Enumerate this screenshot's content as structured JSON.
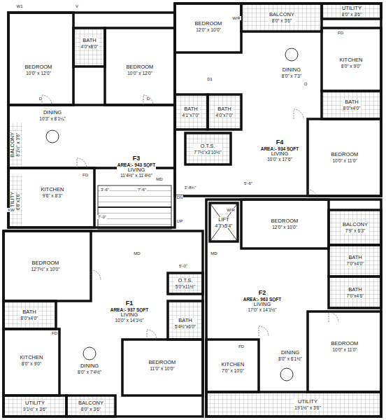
{
  "diagram": {
    "nodes": [
      {
        "text": [
          "BEDROOM",
          "10'0\" x 12'0\""
        ]
      },
      {
        "text": [
          "BATH",
          "4'0\"x8'0\""
        ]
      },
      {
        "text": [
          "BEDROOM",
          "10'0\" x 12'0\""
        ]
      },
      {
        "text": [
          "DINING",
          "10'3\" x 8'1¼\""
        ]
      },
      {
        "text": [
          "BALCONY",
          "8'1½\" x 3'6\""
        ]
      },
      {
        "text": [
          "F3",
          "AREA:- 943 SQFT",
          "LIVING",
          "11'4½\" x 11'4½\""
        ]
      },
      {
        "text": [
          "KITCHEN",
          "9'6\" x 8'3\""
        ]
      },
      {
        "text": [
          "UTILITY",
          "6'6\"x3'6\""
        ]
      },
      {
        "text": [
          "BATH",
          "4'1\"x7'0\""
        ]
      },
      {
        "text": [
          "BATH",
          "4'0\"x7'0\""
        ]
      },
      {
        "text": [
          "O.T.S.",
          "7'7½\"x3'10½\""
        ]
      },
      {
        "text": [
          "BEDROOM",
          "12'0\" x 10'0\""
        ]
      },
      {
        "text": [
          "BALCONY",
          "8'0\" x 3'6\""
        ]
      },
      {
        "text": [
          "UTILITY",
          "8'0\" x 3'6\""
        ]
      },
      {
        "text": [
          "DINING",
          "8'0\" x 7'3\""
        ]
      },
      {
        "text": [
          "KITCHEN",
          "8'0\" x 9'0\""
        ]
      },
      {
        "text": [
          "BATH",
          "8'0\"x4'0\""
        ]
      },
      {
        "text": [
          "F4",
          "AREA:- 934 SQFT",
          "LIVING",
          "10'0\" x 17'6\""
        ]
      },
      {
        "text": [
          "BEDROOM",
          "10'0\" x 11'0\""
        ]
      },
      {
        "text": [
          "LIFT",
          "4'3\"x5'4\""
        ]
      },
      {
        "text": [
          "BEDROOM",
          "12'0\" x 10'0\""
        ]
      },
      {
        "text": [
          "BALCONY",
          "7'9\" x 6'3\""
        ]
      },
      {
        "text": [
          "BATH",
          "7'0\"x4'0\""
        ]
      },
      {
        "text": [
          "BATH",
          "7'0\"x4'6\""
        ]
      },
      {
        "text": [
          "O.T.S.",
          "5'0\"x11½\""
        ]
      },
      {
        "text": [
          "F2",
          "AREA:- 963 SQFT",
          "LIVING",
          "17'0\" x 14'1½\""
        ]
      },
      {
        "text": [
          "BEDROOM",
          "10'0\" x 11'0\""
        ]
      },
      {
        "text": [
          "KITCHEN",
          "7'0\" x 10'0\""
        ]
      },
      {
        "text": [
          "DINING",
          "8'0\" x 6'1½\""
        ]
      },
      {
        "text": [
          "UTILITY",
          "19'1½\" x 3'6\""
        ]
      },
      {
        "text": [
          "BEDROOM",
          "12'7½\" x 10'0\""
        ]
      },
      {
        "text": [
          "F1",
          "AREA:- 937 SQFT",
          "LIVING",
          "10'0\" x 14'1½\""
        ]
      },
      {
        "text": [
          "BATH",
          "8'0\"x4'0\""
        ]
      },
      {
        "text": [
          "BATH",
          "5'4½\"x6'0\""
        ]
      },
      {
        "text": [
          "KITCHEN",
          "8'0\" x 9'0\""
        ]
      },
      {
        "text": [
          "DINING",
          "8'0\" x 7'4½\""
        ]
      },
      {
        "text": [
          "BEDROOM",
          "11'0\" x 10'0\""
        ]
      },
      {
        "text": [
          "UTILITY",
          "9'1½\" x 3'6\""
        ]
      },
      {
        "text": [
          "BALCONY",
          "8'0\" x 3'6\""
        ]
      }
    ],
    "labels": [
      "W1",
      "V",
      "D",
      "D",
      "D1",
      "O",
      "MD",
      "MD",
      "MD",
      "FD",
      "FD",
      "FD",
      "FD",
      "KW",
      "W/R",
      "W/R",
      "DN",
      "UP",
      "3'-6\"",
      "7'-6\"",
      "7'-0\"",
      "5'-6\"",
      "3'-8¾\"",
      "5'-0\""
    ]
  }
}
